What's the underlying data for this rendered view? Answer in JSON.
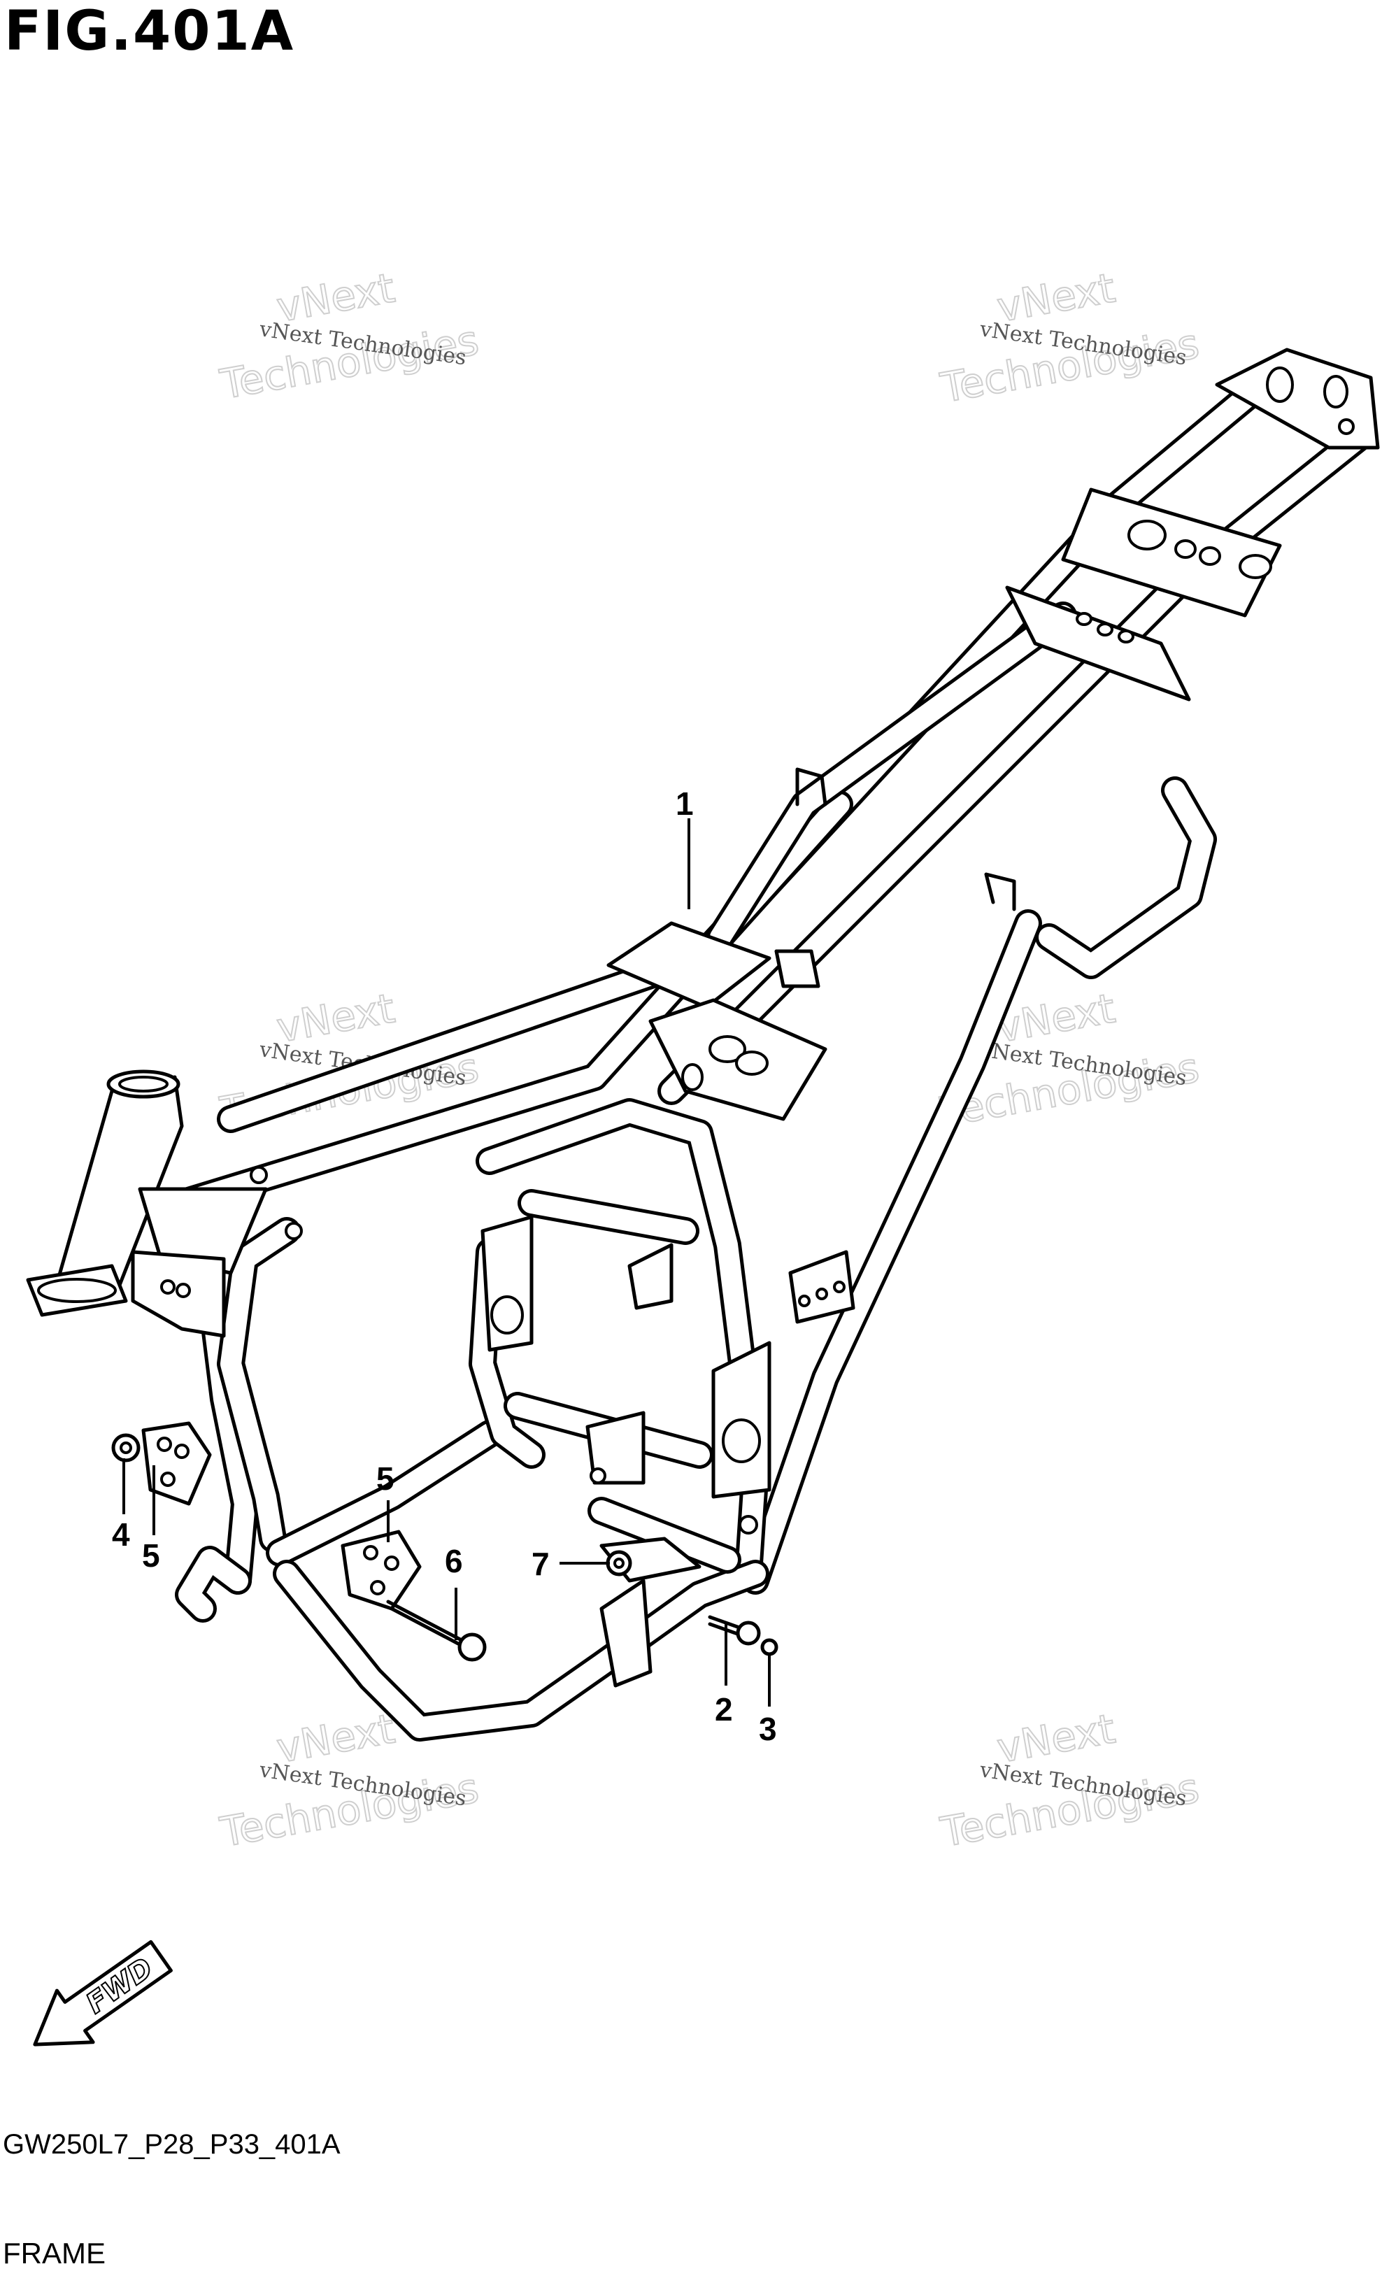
{
  "figure": {
    "title": "FIG.401A",
    "code": "GW250L7_P28_P33_401A",
    "name": "FRAME"
  },
  "watermark": {
    "line1": "vNext",
    "line2": "vNext Technologies",
    "line3": "Technologies"
  },
  "direction_label": "FWD",
  "callouts": [
    {
      "id": "c1",
      "number": "1"
    },
    {
      "id": "c2",
      "number": "2"
    },
    {
      "id": "c3",
      "number": "3"
    },
    {
      "id": "c4",
      "number": "4"
    },
    {
      "id": "c5a",
      "number": "5"
    },
    {
      "id": "c5b",
      "number": "5"
    },
    {
      "id": "c6",
      "number": "6"
    },
    {
      "id": "c7",
      "number": "7"
    }
  ]
}
